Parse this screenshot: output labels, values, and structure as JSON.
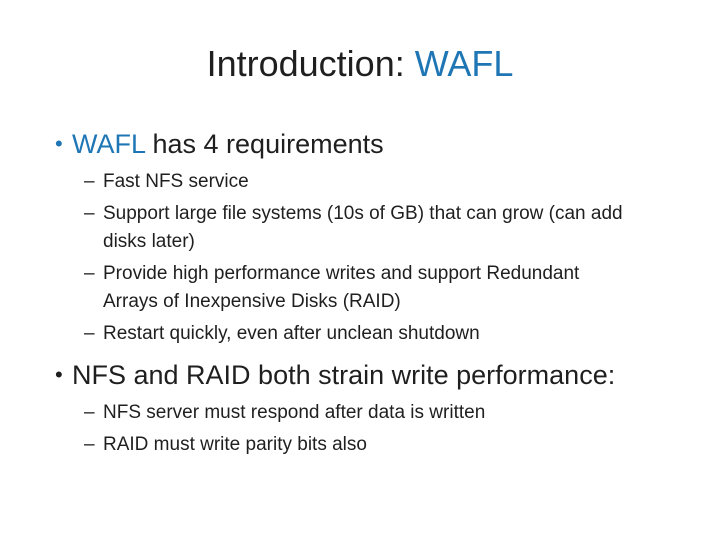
{
  "slide": {
    "colors": {
      "accent_blue": "#1F76B5",
      "text": "#1F1F1F",
      "background": "#FFFFFF"
    },
    "title": {
      "prefix": "Introduction: ",
      "highlight": "WAFL"
    },
    "bullet1": {
      "marker": "•",
      "term": "WAFL",
      "rest": " has 4 requirements",
      "sub": [
        {
          "marker": "–",
          "lines": [
            "Fast NFS service"
          ]
        },
        {
          "marker": "–",
          "lines": [
            "Support large file systems (10s of GB) that can grow (can add",
            "disks later)"
          ]
        },
        {
          "marker": "–",
          "lines": [
            "Provide high performance writes and support Redundant",
            "Arrays of Inexpensive Disks (RAID)"
          ]
        },
        {
          "marker": "–",
          "lines": [
            "Restart quickly, even after unclean shutdown"
          ]
        }
      ]
    },
    "bullet2": {
      "marker": "•",
      "text": "NFS and RAID both strain write performance:",
      "sub": [
        {
          "marker": "–",
          "lines": [
            "NFS server must respond after data is written"
          ]
        },
        {
          "marker": "–",
          "lines": [
            "RAID must write parity bits also"
          ]
        }
      ]
    }
  }
}
